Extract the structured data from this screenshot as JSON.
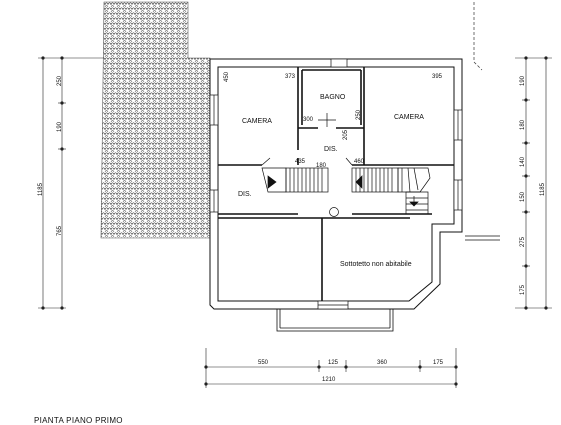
{
  "rooms": {
    "camera_left": "CAMERA",
    "bagno": "BAGNO",
    "camera_right": "CAMERA",
    "dis_top": "DIS.",
    "dis_left": "DIS.",
    "sottotetto": "Sottotetto non abitabile"
  },
  "inner_dims": {
    "d450": "450",
    "d373": "373",
    "d395": "395",
    "d300": "300",
    "d250": "250",
    "d205": "205",
    "d435": "435",
    "d180": "180",
    "d460": "460"
  },
  "dims_left": {
    "d250": "250",
    "d190": "190",
    "d765": "765",
    "total": "1185"
  },
  "dims_right": {
    "d190": "190",
    "d180": "180",
    "d140": "140",
    "d150": "150",
    "d275": "275",
    "d175": "175",
    "total": "1185"
  },
  "dims_bottom": {
    "d550": "550",
    "d125": "125",
    "d360": "360",
    "d175": "175",
    "total": "1210"
  },
  "caption": "PIANTA PIANO PRIMO"
}
